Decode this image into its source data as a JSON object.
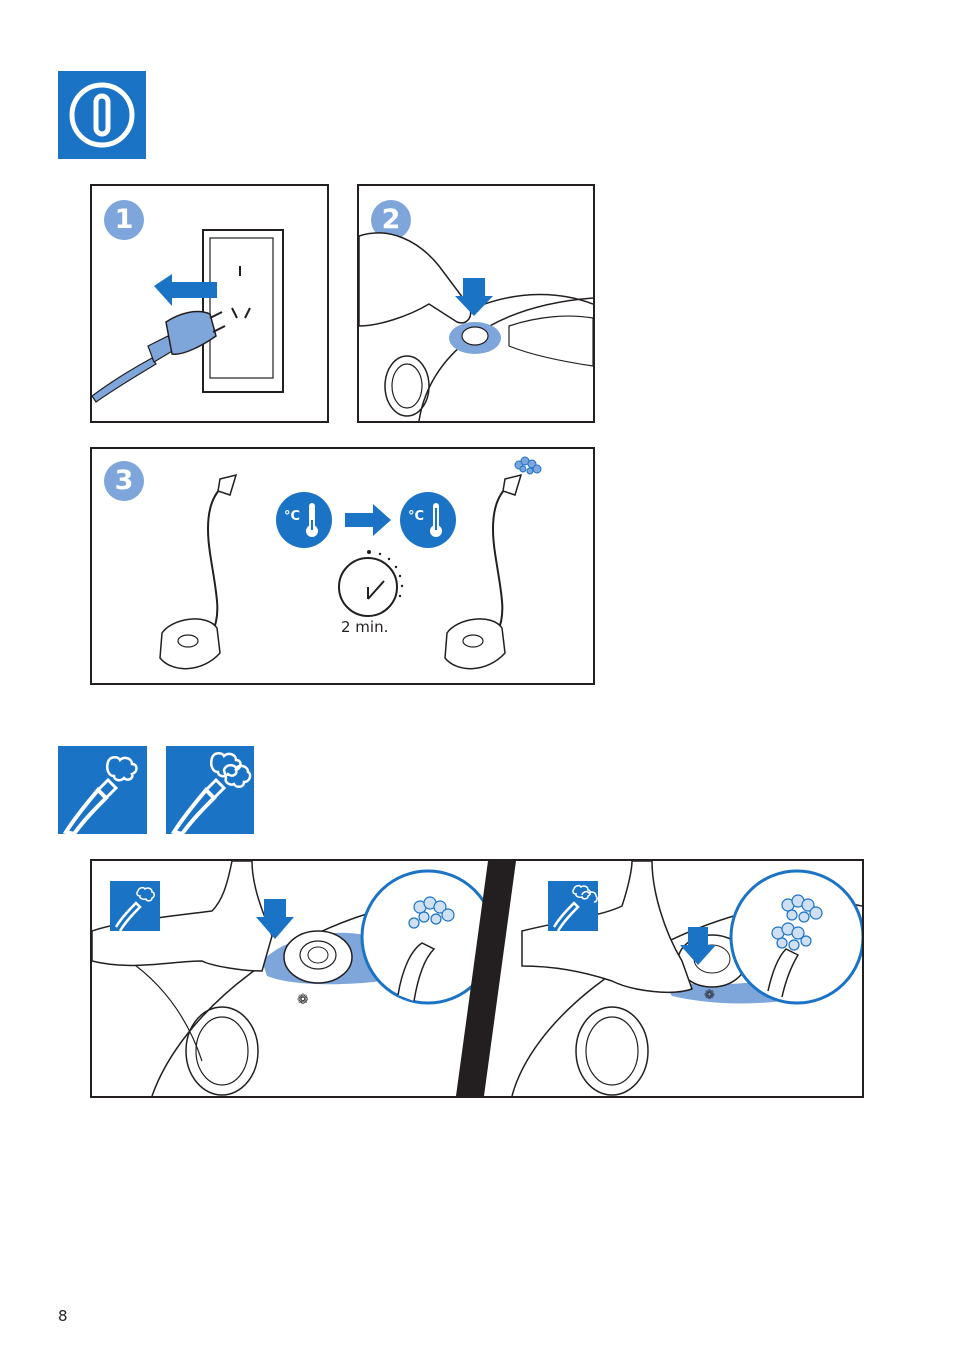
{
  "page": {
    "number": "8"
  },
  "section_power": {
    "icon": "power-icon"
  },
  "steps": {
    "step1": {
      "number": "1",
      "icon": "plug-into-socket-illustration"
    },
    "step2": {
      "number": "2",
      "icon": "press-power-button-illustration"
    },
    "step3": {
      "number": "3",
      "temp_unit": "°C",
      "timer_label": "2 min.",
      "icons": [
        "steamer-cold-illustration",
        "thermometer-icon",
        "arrow-right-icon",
        "timer-icon",
        "steamer-steaming-illustration"
      ]
    }
  },
  "section_steam": {
    "icons": [
      "steam-low-icon",
      "steam-high-icon"
    ]
  },
  "steam_panels": {
    "left": {
      "icon": "steam-low-icon",
      "illustration": "press-steam-low-button"
    },
    "right": {
      "icon": "steam-high-icon",
      "illustration": "press-steam-high-button"
    }
  },
  "colors": {
    "brand_blue": "#1a73c5",
    "light_blue": "#7ea6db",
    "outline": "#231f20"
  }
}
